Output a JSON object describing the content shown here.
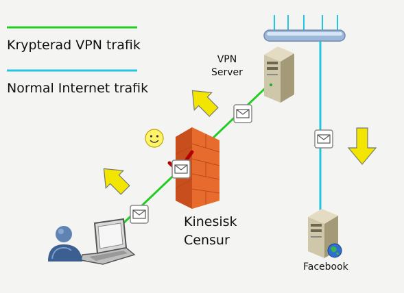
{
  "legend": {
    "items": [
      {
        "label": "Krypterad VPN trafik",
        "color": "#22cc22"
      },
      {
        "label": "Normal Internet trafik",
        "color": "#22c6e0"
      }
    ]
  },
  "nodes": {
    "vpn_server_label": "VPN\nServer",
    "censor_label": "Kinesisk\nCensur",
    "facebook_label": "Facebook"
  },
  "colors": {
    "vpn_line": "#22cc22",
    "internet_line": "#22c6e0",
    "arrow_fill": "#f2e600",
    "firewall": "#e0622a",
    "check": "#b00000"
  },
  "icons": [
    "user-icon",
    "laptop-icon",
    "firewall-icon",
    "server-icon",
    "globe-icon",
    "envelope-icon",
    "arrow-icon",
    "smiley-icon",
    "checkmark-icon",
    "network-bus-icon"
  ]
}
